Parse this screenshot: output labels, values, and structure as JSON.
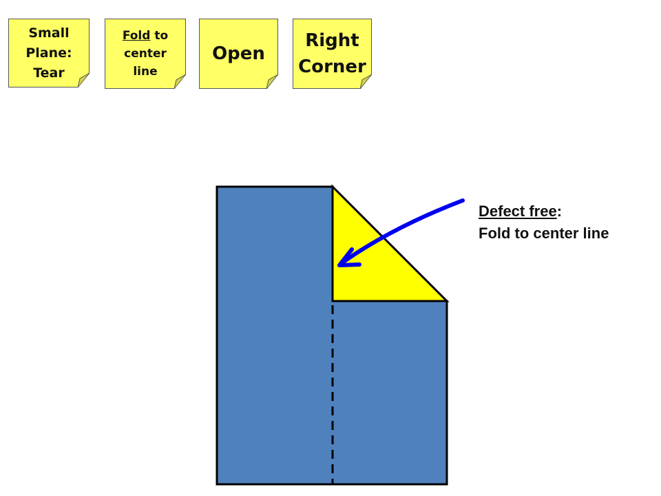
{
  "notes": [
    {
      "lines": [
        "Small",
        "Plane:",
        "Tear"
      ]
    },
    {
      "lines": [
        "Fold",
        " to",
        "center",
        "line"
      ]
    },
    {
      "lines": [
        "Open"
      ]
    },
    {
      "lines": [
        "Right",
        "Corner"
      ]
    }
  ],
  "caption": {
    "line1_label": "Defect free",
    "line1_suffix": ":",
    "line2": "Fold to center line"
  },
  "colors": {
    "note": "#ffff66",
    "paper": "#4f81bd",
    "fold_flap": "#ffff00",
    "arrow": "#0000ee"
  }
}
